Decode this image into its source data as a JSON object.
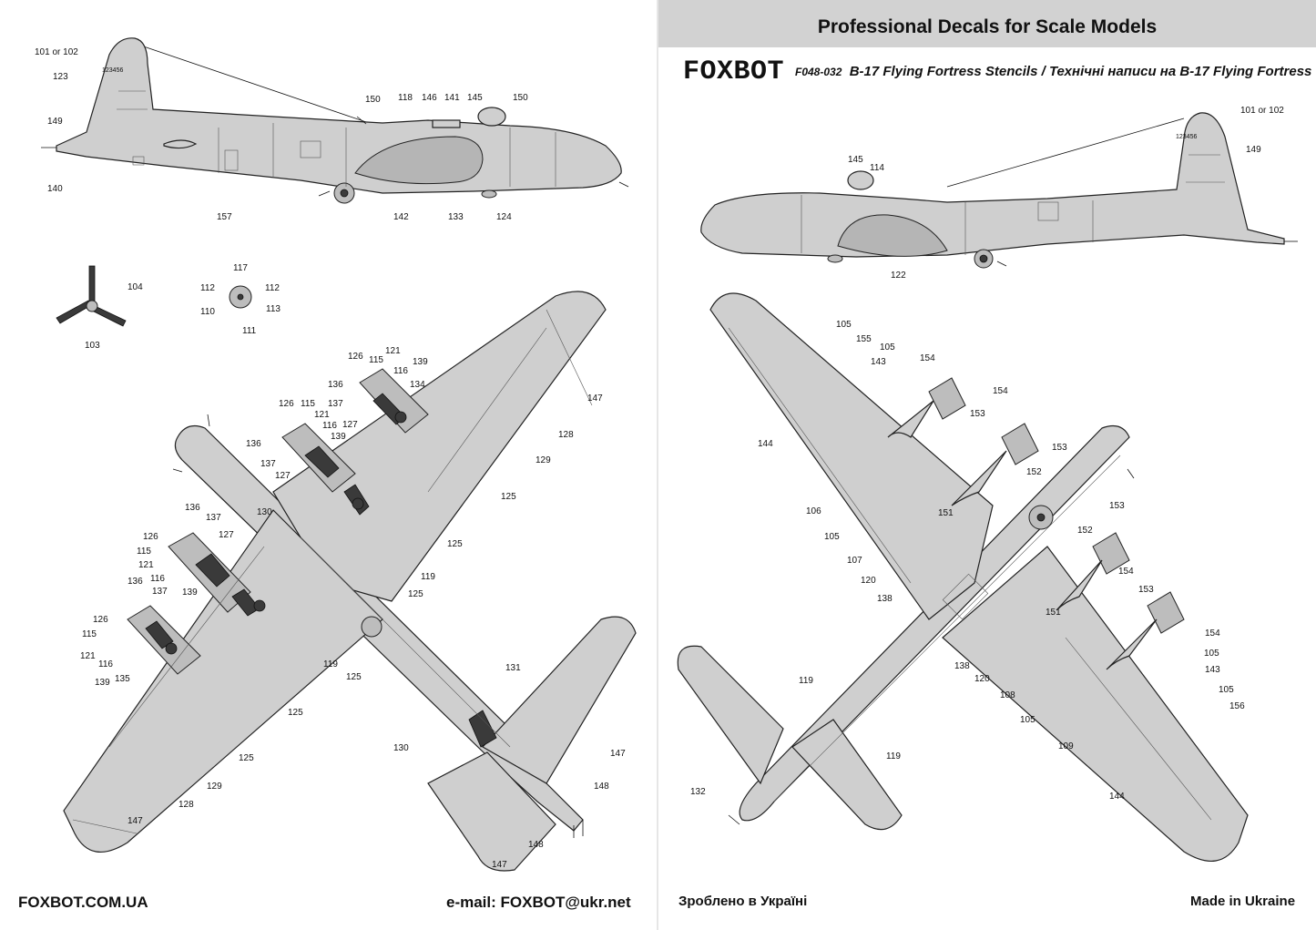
{
  "header": {
    "title": "Professional Decals for Scale Models",
    "brand": "FOXBOT",
    "code": "F048-032",
    "sheet_title": "B-17 Flying Fortress Stencils / Технічні написи на B-17 Flying Fortress"
  },
  "footer": {
    "website": "FOXBOT.COM.UA",
    "email": "e-mail: FOXBOT@ukr.net",
    "made_ua": "Зроблено в Україні",
    "made_en": "Made in Ukraine"
  },
  "serial": "123456",
  "callouts": {
    "side_left": [
      "101 or 102",
      "123",
      "149",
      "140",
      "157",
      "150",
      "118",
      "146",
      "141",
      "145",
      "150",
      "142",
      "133",
      "124"
    ],
    "prop": [
      "104",
      "103"
    ],
    "wheel": [
      "117",
      "112",
      "112",
      "110",
      "113",
      "111"
    ],
    "top_left": [
      "126",
      "121",
      "115",
      "116",
      "139",
      "134",
      "136",
      "137",
      "127",
      "126",
      "115",
      "121",
      "116",
      "139",
      "136",
      "137",
      "127",
      "147",
      "128",
      "129",
      "125",
      "125",
      "130",
      "136",
      "137",
      "126",
      "115",
      "121",
      "116",
      "127",
      "139",
      "119",
      "125",
      "136",
      "137",
      "126",
      "115",
      "121",
      "116",
      "139",
      "135",
      "119",
      "125",
      "125",
      "125",
      "129",
      "128",
      "147",
      "131",
      "130",
      "147",
      "148",
      "148",
      "147"
    ],
    "side_right": [
      "101 or 102",
      "149",
      "145",
      "114",
      "122"
    ],
    "bottom_right": [
      "105",
      "155",
      "105",
      "143",
      "154",
      "154",
      "153",
      "144",
      "153",
      "152",
      "106",
      "105",
      "151",
      "107",
      "120",
      "153",
      "152",
      "154",
      "151",
      "138",
      "153",
      "154",
      "138",
      "120",
      "108",
      "105",
      "143",
      "105",
      "156",
      "105",
      "109",
      "144",
      "119",
      "119",
      "132"
    ]
  },
  "colors": {
    "plane": "#cfcfcf",
    "glass": "#b5b5b5",
    "header_band": "#d2d2d2",
    "ink": "#111111"
  }
}
